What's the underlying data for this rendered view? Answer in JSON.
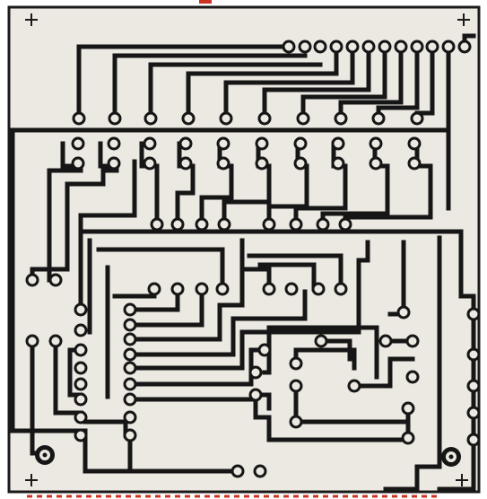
{
  "diagram": {
    "kind": "pcb-track-layout",
    "description_visible_text": [],
    "colors": {
      "paper": "#ece9e2",
      "copper": "#161616",
      "border": "#1a1a1a",
      "marks": "#1a1a1a",
      "accent_top": "#cc3322",
      "accent_bottom": "#cc3322"
    },
    "features": {
      "corner_registration_marks": 4,
      "mounting_holes": 2,
      "top_connector_pads": 12,
      "component_pad_rows": 10
    }
  }
}
